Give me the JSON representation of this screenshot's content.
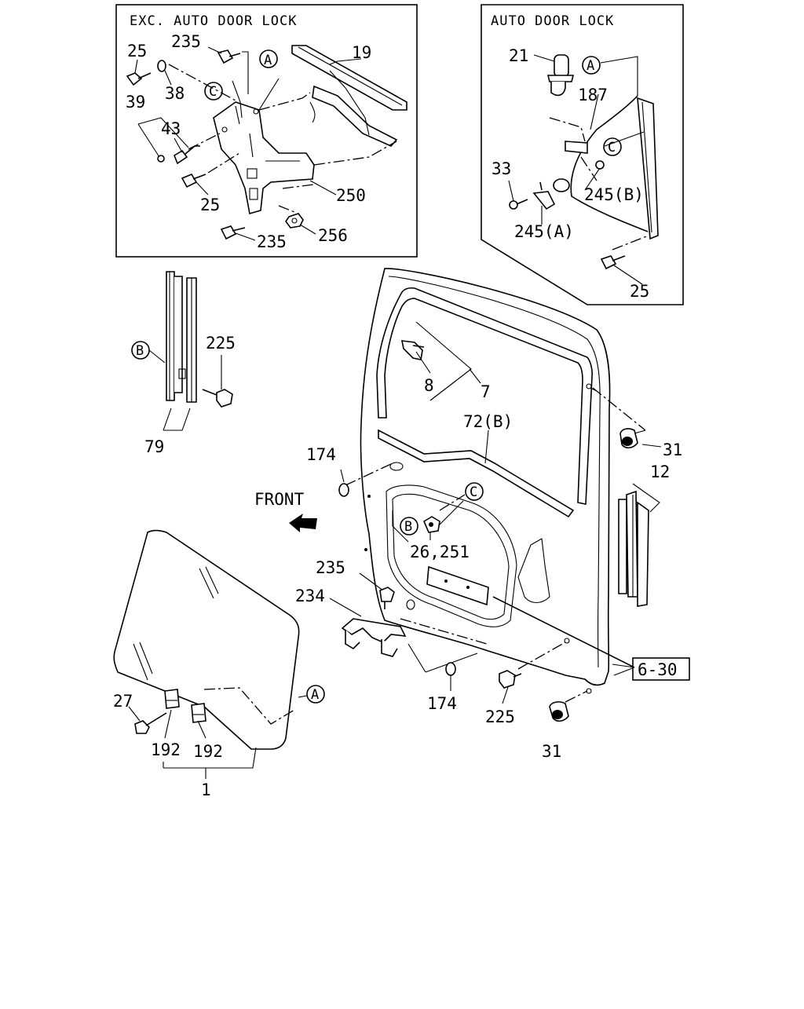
{
  "insets": {
    "exc_title": "EXC. AUTO DOOR LOCK",
    "auto_title": "AUTO DOOR LOCK"
  },
  "labels": {
    "p25a": "25",
    "p235a": "235",
    "p19": "19",
    "p38": "38",
    "p39": "39",
    "p43": "43",
    "p25b": "25",
    "p250": "250",
    "p235b": "235",
    "p256": "256",
    "p21": "21",
    "p187": "187",
    "p33": "33",
    "p245b": "245(B)",
    "p245a": "245(A)",
    "p25c": "25",
    "p225a": "225",
    "p79": "79",
    "p8": "8",
    "p7": "7",
    "p72b": "72(B)",
    "p174a": "174",
    "p31a": "31",
    "p12": "12",
    "front": "FRONT",
    "p26_251": "26,251",
    "p235c": "235",
    "p234": "234",
    "p6_30": "6-30",
    "p174b": "174",
    "p225b": "225",
    "p31b": "31",
    "p27": "27",
    "p192a": "192",
    "p192b": "192",
    "p1": "1"
  },
  "refs": {
    "A": "A",
    "B": "B",
    "C": "C"
  }
}
